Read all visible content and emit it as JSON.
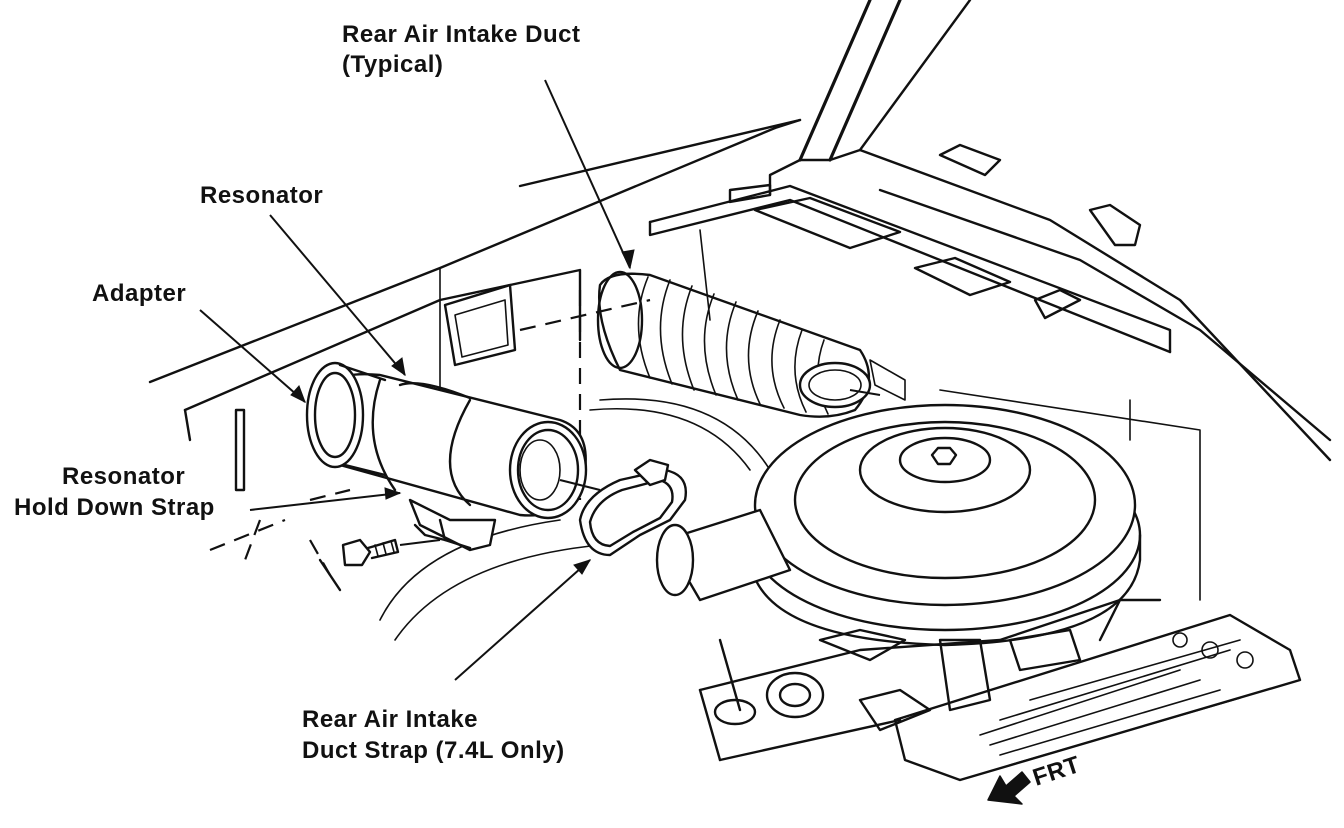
{
  "labels": {
    "rear_duct_line1": "Rear Air Intake Duct",
    "rear_duct_line2": "(Typical)",
    "resonator": "Resonator",
    "adapter": "Adapter",
    "strap_line1": "Resonator",
    "strap_line2": "Hold Down Strap",
    "duct_strap_line1": "Rear Air Intake",
    "duct_strap_line2": "Duct Strap (7.4L Only)",
    "front": "FRT"
  },
  "icons": {
    "front_arrow": "arrow-down-left-icon"
  },
  "colors": {
    "ink": "#111111",
    "paper": "#ffffff"
  }
}
